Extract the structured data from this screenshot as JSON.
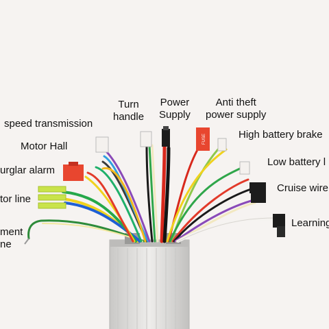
{
  "labels": {
    "turn_handle": [
      "Turn",
      "handle"
    ],
    "power_supply": [
      "Power",
      "Supply"
    ],
    "anti_theft": [
      "Anti theft",
      "power supply"
    ],
    "speed_transmission": "speed transmission",
    "high_battery_brake": "High battery brake",
    "motor_hall": "Motor Hall",
    "low_battery": "Low battery l",
    "burglar_alarm": "urglar alarm",
    "cruise_wire": "Cruise wire",
    "motor_line": "tor line",
    "learning": "Learning",
    "left_partial": [
      "ment",
      "ne"
    ],
    "fuse_text": "FUSE"
  },
  "colors": {
    "background": "#f6f3f1",
    "housing": "#d9d8d6",
    "red_connector": "#e8462f",
    "yellow_connector": "#c9e34a",
    "white_connector": "#f4f1ee",
    "black_connector": "#1c1c1c"
  },
  "icons": [
    "controller-housing",
    "wire-harness",
    "connector-plug"
  ]
}
